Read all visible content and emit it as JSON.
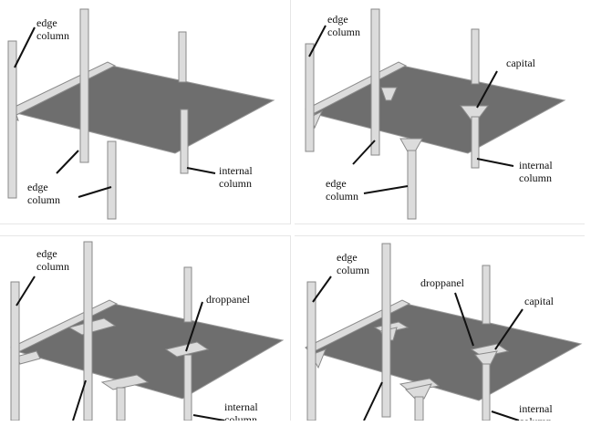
{
  "panels": [
    {
      "id": "flat-slab",
      "labels": {
        "edge_column_top": "edge\ncolumn",
        "edge_column_bottom": "edge\ncolumn",
        "internal_column": "internal\ncolumn"
      }
    },
    {
      "id": "slab-with-capitals",
      "labels": {
        "edge_column_top": "edge\ncolumn",
        "capital": "capital",
        "edge_column_bottom": "edge\ncolumn",
        "internal_column": "internal\ncolumn"
      }
    },
    {
      "id": "slab-with-drop-panels",
      "labels": {
        "edge_column_top": "edge\ncolumn",
        "drop_panel": "droppanel",
        "internal_column": "internal\ncolumn"
      }
    },
    {
      "id": "slab-with-drop-panels-and-capitals",
      "labels": {
        "edge_column_top": "edge\ncolumn",
        "drop_panel": "droppanel",
        "capital": "capital",
        "internal_column": "internal\ncolumn"
      }
    }
  ],
  "colors": {
    "slab": "#6e6e6e",
    "slab_edge": "#d8d8d8",
    "column": "#dcdcdc",
    "column_outline": "#8a8a8a",
    "leader": "#111111"
  }
}
